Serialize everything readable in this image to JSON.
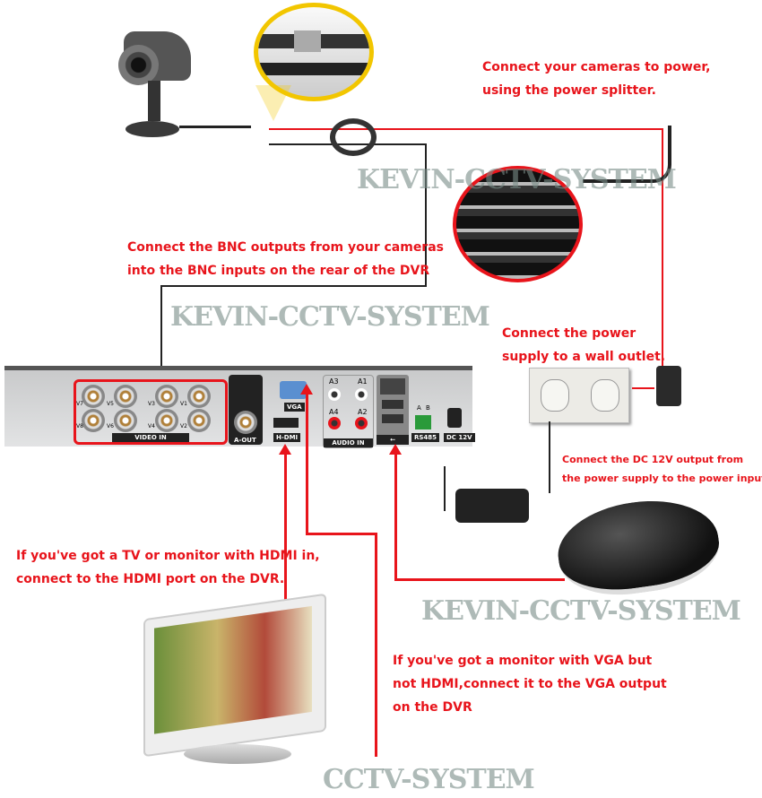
{
  "instructions": {
    "camera_power": [
      "Connect your cameras to power,",
      "using the power splitter."
    ],
    "bnc": [
      "Connect the BNC outputs from your cameras",
      "into the BNC inputs on the rear of the DVR"
    ],
    "wall_outlet": [
      "Connect the power",
      "supply to a wall outlet."
    ],
    "dc_power": [
      "Connect the DC 12V output from",
      "the power supply to the power input"
    ],
    "hdmi": [
      "If you've got a TV or monitor with HDMI in,",
      "connect to the HDMI port on the DVR."
    ],
    "vga": [
      "If you've got a monitor with VGA but",
      "not HDMI,connect it to the VGA output",
      "on the DVR"
    ]
  },
  "watermarks": [
    "KEVIN-CCTV-SYSTEM",
    "KEVIN-CCTV-SYSTEM",
    "KEVIN-CCTV-SYSTEM",
    "CCTV-SYSTEM"
  ],
  "dvr": {
    "video_in_label": "VIDEO IN",
    "channels": [
      "V7",
      "V5",
      "V3",
      "V1",
      "V8",
      "V6",
      "V4",
      "V2"
    ],
    "aout_label": "A-OUT",
    "vga_label": "VGA",
    "hdmi_label": "H-DMI",
    "audio_in_label": "AUDIO IN",
    "audio_channels": [
      "A3",
      "A1",
      "A4",
      "A2"
    ],
    "rs485_label": "RS485",
    "rs485_pins": [
      "A",
      "B"
    ],
    "dc_label": "DC 12V"
  },
  "colors": {
    "accent": "#e8141b",
    "dvr_body": "#d9dadb"
  }
}
